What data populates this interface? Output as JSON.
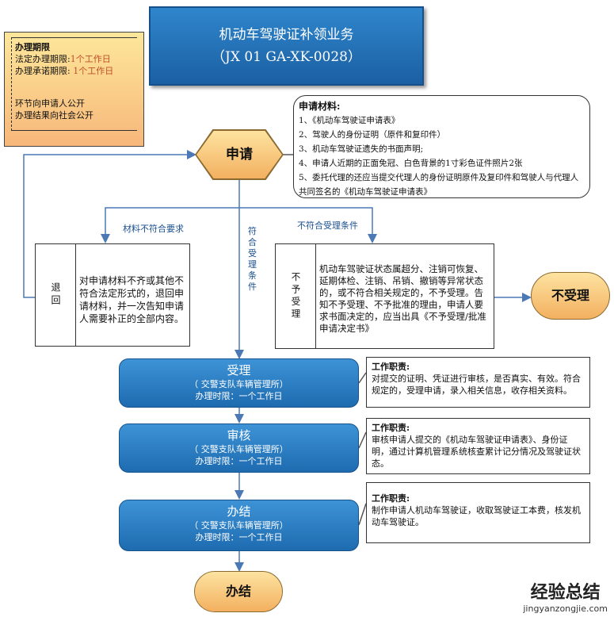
{
  "title": {
    "main": "机动车驾驶证补领业务",
    "code": "（JX 01 GA-XK-0028）"
  },
  "limits": {
    "heading": "办理期限",
    "legal_prefix": "法定办理期限:",
    "legal_value": "1个工作日",
    "promise_prefix": "办理承诺期限: ",
    "promise_value": "1个工作日",
    "public1": "环节向申请人公开",
    "public2": "办理结果向社会公开"
  },
  "apply": {
    "label": "申请"
  },
  "materials": {
    "heading": "申请材料:",
    "items": [
      "1、《机动车驾驶证申请表》",
      "2、驾驶人的身份证明（原件和复印件）",
      "3、机动车驾驶证遗失的书面声明;",
      "4、申请人近期的正面免冠、白色背景的1寸彩色证件照片2张",
      "5、委托代理的还应当提交代理人的身份证明原件及复印件和驾驶人与代理人共同签名的《机动车驾驶证申请表》"
    ]
  },
  "labels": {
    "not_meet_material": "材料不符合要求",
    "meet": "符合受理条件",
    "not_meet": "不符合受理条件"
  },
  "return_box": {
    "title": "退回",
    "text": "对申请材料不齐或其他不符合法定形式的，退回申请材料，并一次告知申请人需要补正的全部内容。"
  },
  "reject_box": {
    "title": "不予受理",
    "text": "机动车驾驶证状态属超分、注销可恢复、延期体检、注销、吊销、撤销等异常状态的，或不符合相关规定的，不予受理。告知不予受理、不予批准的理由，申请人要求书面决定的，应当出具《不予受理/批准申请决定书》"
  },
  "reject_end": "不受理",
  "stages": [
    {
      "name": "受理",
      "dept": "（          交警支队车辆管理所）",
      "limit": "办理时限：一个工作日",
      "duty_title": "工作职责:",
      "duty": "对提交的证明、凭证进行审核，是否真实、有效。符合规定的，受理申请，录入相关信息，收存相关资料。"
    },
    {
      "name": "审核",
      "dept": "（          交警支队车辆管理所）",
      "limit": "办理时限：一个工作日",
      "duty_title": "工作职责:",
      "duty": "审核申请人提交的《机动车驾驶证申请表》、身份证明，通过计算机管理系统核查累计记分情况及驾驶证状态。"
    },
    {
      "name": "办结",
      "dept": "（          交警支队车辆管理所）",
      "limit": "办理时限：一个工作日",
      "duty_title": "工作职责:",
      "duty": "制作申请人机动车驾驶证，收取驾驶证工本费，核发机动车驾驶证。"
    }
  ],
  "end": "办结",
  "watermark": {
    "cn": "经验总结",
    "url": "jingyanzongjie.com"
  }
}
